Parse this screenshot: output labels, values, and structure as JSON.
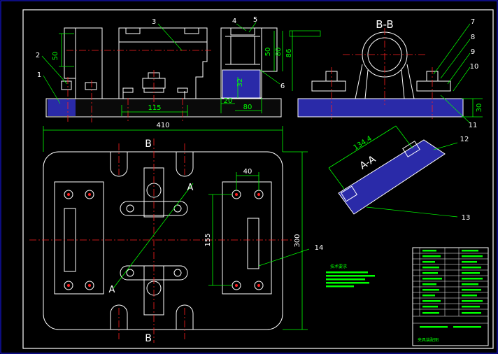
{
  "colors": {
    "background": "#000000",
    "outline": "#ffffff",
    "frame": "#1a1aff",
    "dimension": "#00ff00",
    "centerline": "#ff2020",
    "section_fill": "#2a2aa8",
    "part_number": "#ffffff",
    "note_text": "#00ff00"
  },
  "views": {
    "section_bb_label": "B-B",
    "section_aa_label": "A-A",
    "cut_a_left": "A",
    "cut_a_right": "A",
    "cut_b_top": "B",
    "cut_b_bottom": "B"
  },
  "dimensions": {
    "front_50": "50",
    "front_115": "115",
    "side_50": "50",
    "side_80a": "80",
    "side_86": "86",
    "side_32": "32",
    "side_20": "20",
    "side_80b": "80",
    "bb_30": "30",
    "plan_410": "410",
    "plan_40": "40",
    "plan_155": "155",
    "plan_300": "300",
    "aa_134": "134.4"
  },
  "part_numbers": [
    "1",
    "2",
    "3",
    "4",
    "5",
    "6",
    "7",
    "8",
    "9",
    "10",
    "11",
    "12",
    "13",
    "14"
  ],
  "notes": {
    "heading": "技术要求"
  },
  "title_block": {
    "drawing_label": "夹具装配图"
  }
}
